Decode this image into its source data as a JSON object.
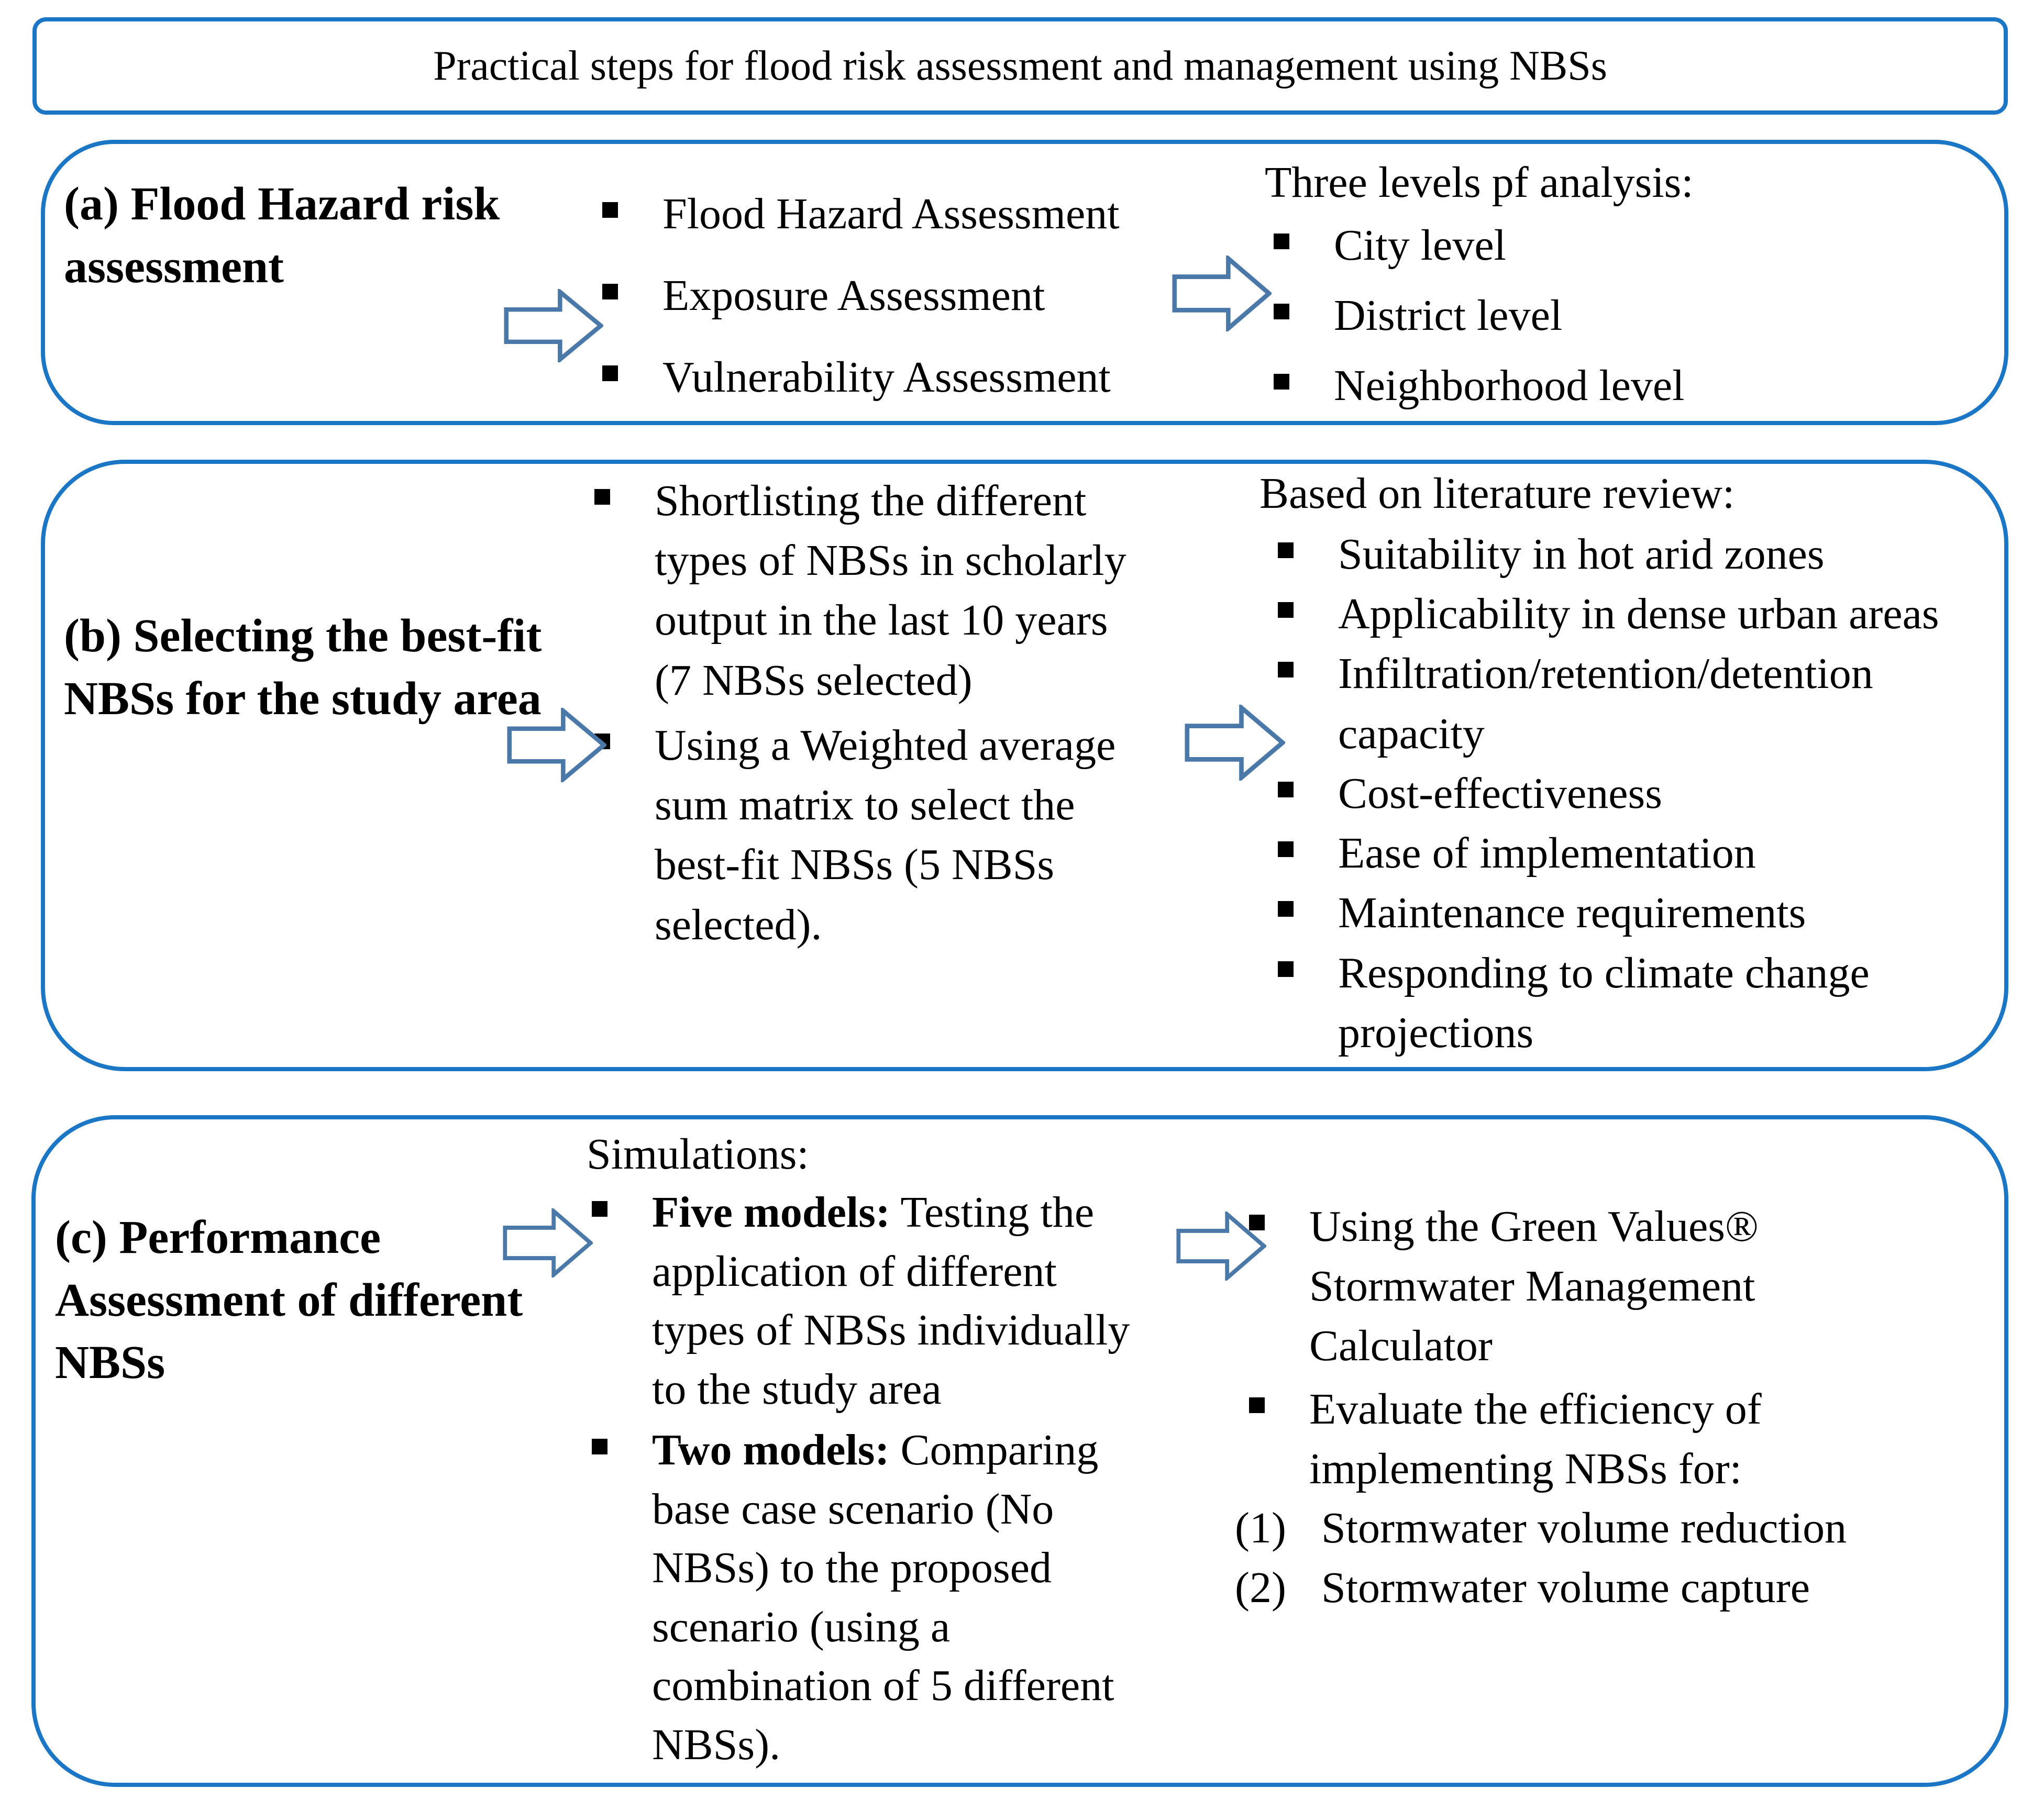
{
  "title": "Practical steps for flood risk assessment and management using NBSs",
  "colors": {
    "box_border": "#1b76c5",
    "arrow_outline": "#4a78a8",
    "text": "#000000",
    "background": "#ffffff"
  },
  "box_a": {
    "heading": "(a) Flood Hazard risk\nassessment",
    "bullets": [
      "Flood Hazard Assessment",
      "Exposure Assessment",
      "Vulnerability Assessment"
    ],
    "right": {
      "header": "Three levels pf analysis:",
      "bullets": [
        "City level",
        "District level",
        "Neighborhood level"
      ]
    }
  },
  "box_b": {
    "heading": "(b) Selecting the best-fit\nNBSs for the study area",
    "bullets": [
      "Shortlisting the different\ntypes of NBSs in scholarly\noutput in the last 10 years\n(7 NBSs selected)",
      "Using a Weighted average\nsum matrix to select the\nbest-fit NBSs (5 NBSs\nselected)."
    ],
    "right": {
      "header": "Based on literature review:",
      "bullets": [
        "Suitability in hot arid zones",
        "Applicability in dense urban areas",
        "Infiltration/retention/detention\ncapacity",
        "Cost-effectiveness",
        "Ease of implementation",
        "Maintenance requirements",
        "Responding to climate change\nprojections"
      ]
    }
  },
  "box_c": {
    "heading": "(c) Performance\nAssessment of different\nNBSs",
    "mid_header": "Simulations:",
    "bullets": [
      {
        "bold": "Five models:",
        "rest": " Testing the\napplication of different\ntypes of NBSs individually\nto the study area"
      },
      {
        "bold": "Two models:",
        "rest": " Comparing\nbase case scenario (No\nNBSs) to the proposed\nscenario (using a\ncombination of 5 different\nNBSs)."
      }
    ],
    "right": {
      "bullets": [
        "Using the Green Values®\nStormwater Management\nCalculator",
        "Evaluate the efficiency of\nimplementing NBSs for:"
      ],
      "numbered": [
        {
          "label": "(1)",
          "text": "Stormwater volume reduction"
        },
        {
          "label": "(2)",
          "text": "Stormwater volume capture"
        }
      ]
    }
  }
}
